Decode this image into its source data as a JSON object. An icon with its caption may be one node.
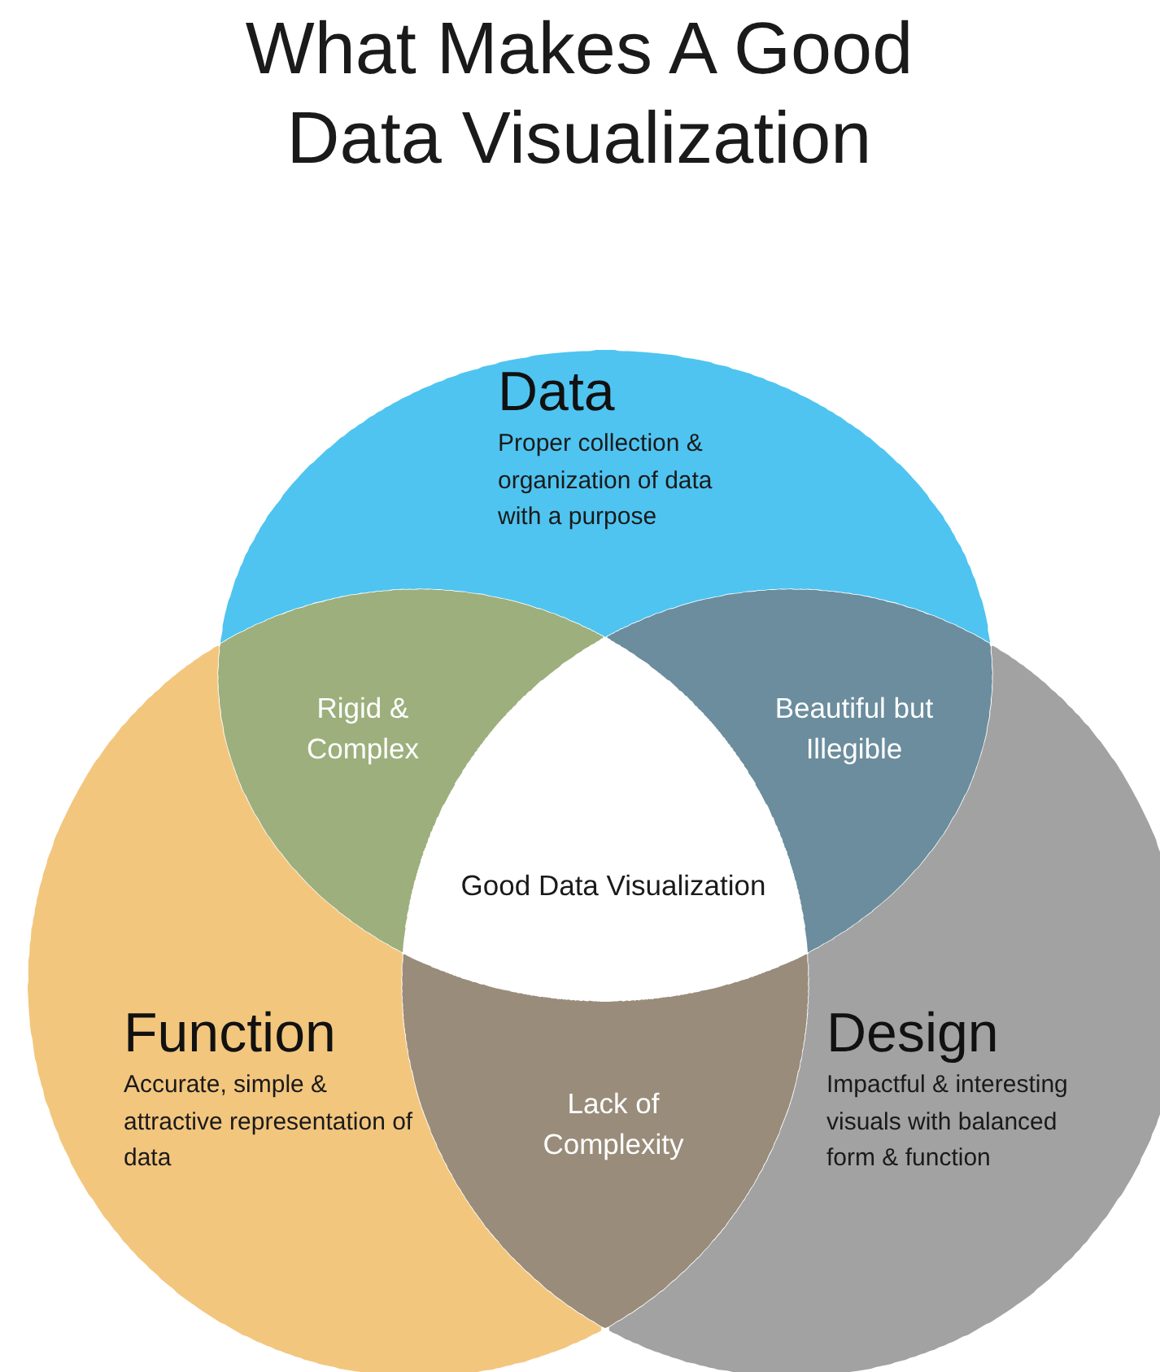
{
  "diagram": {
    "title": "What Makes A Good Data Visualization",
    "nodes": [
      {
        "text": [
          "Data",
          "Proper collection & organization of data with a purpose"
        ]
      },
      {
        "text": [
          "Function",
          "Accurate, simple & attractive representation of data"
        ]
      },
      {
        "text": [
          "Design",
          "Impactful & interesting visuals with balanced form & function"
        ]
      },
      {
        "text": [
          "Rigid & Complex"
        ]
      },
      {
        "text": [
          "Beautiful but Illegible"
        ]
      },
      {
        "text": [
          "Lack of Complexity"
        ]
      },
      {
        "text": [
          "Good Data Visualization"
        ]
      }
    ]
  }
}
